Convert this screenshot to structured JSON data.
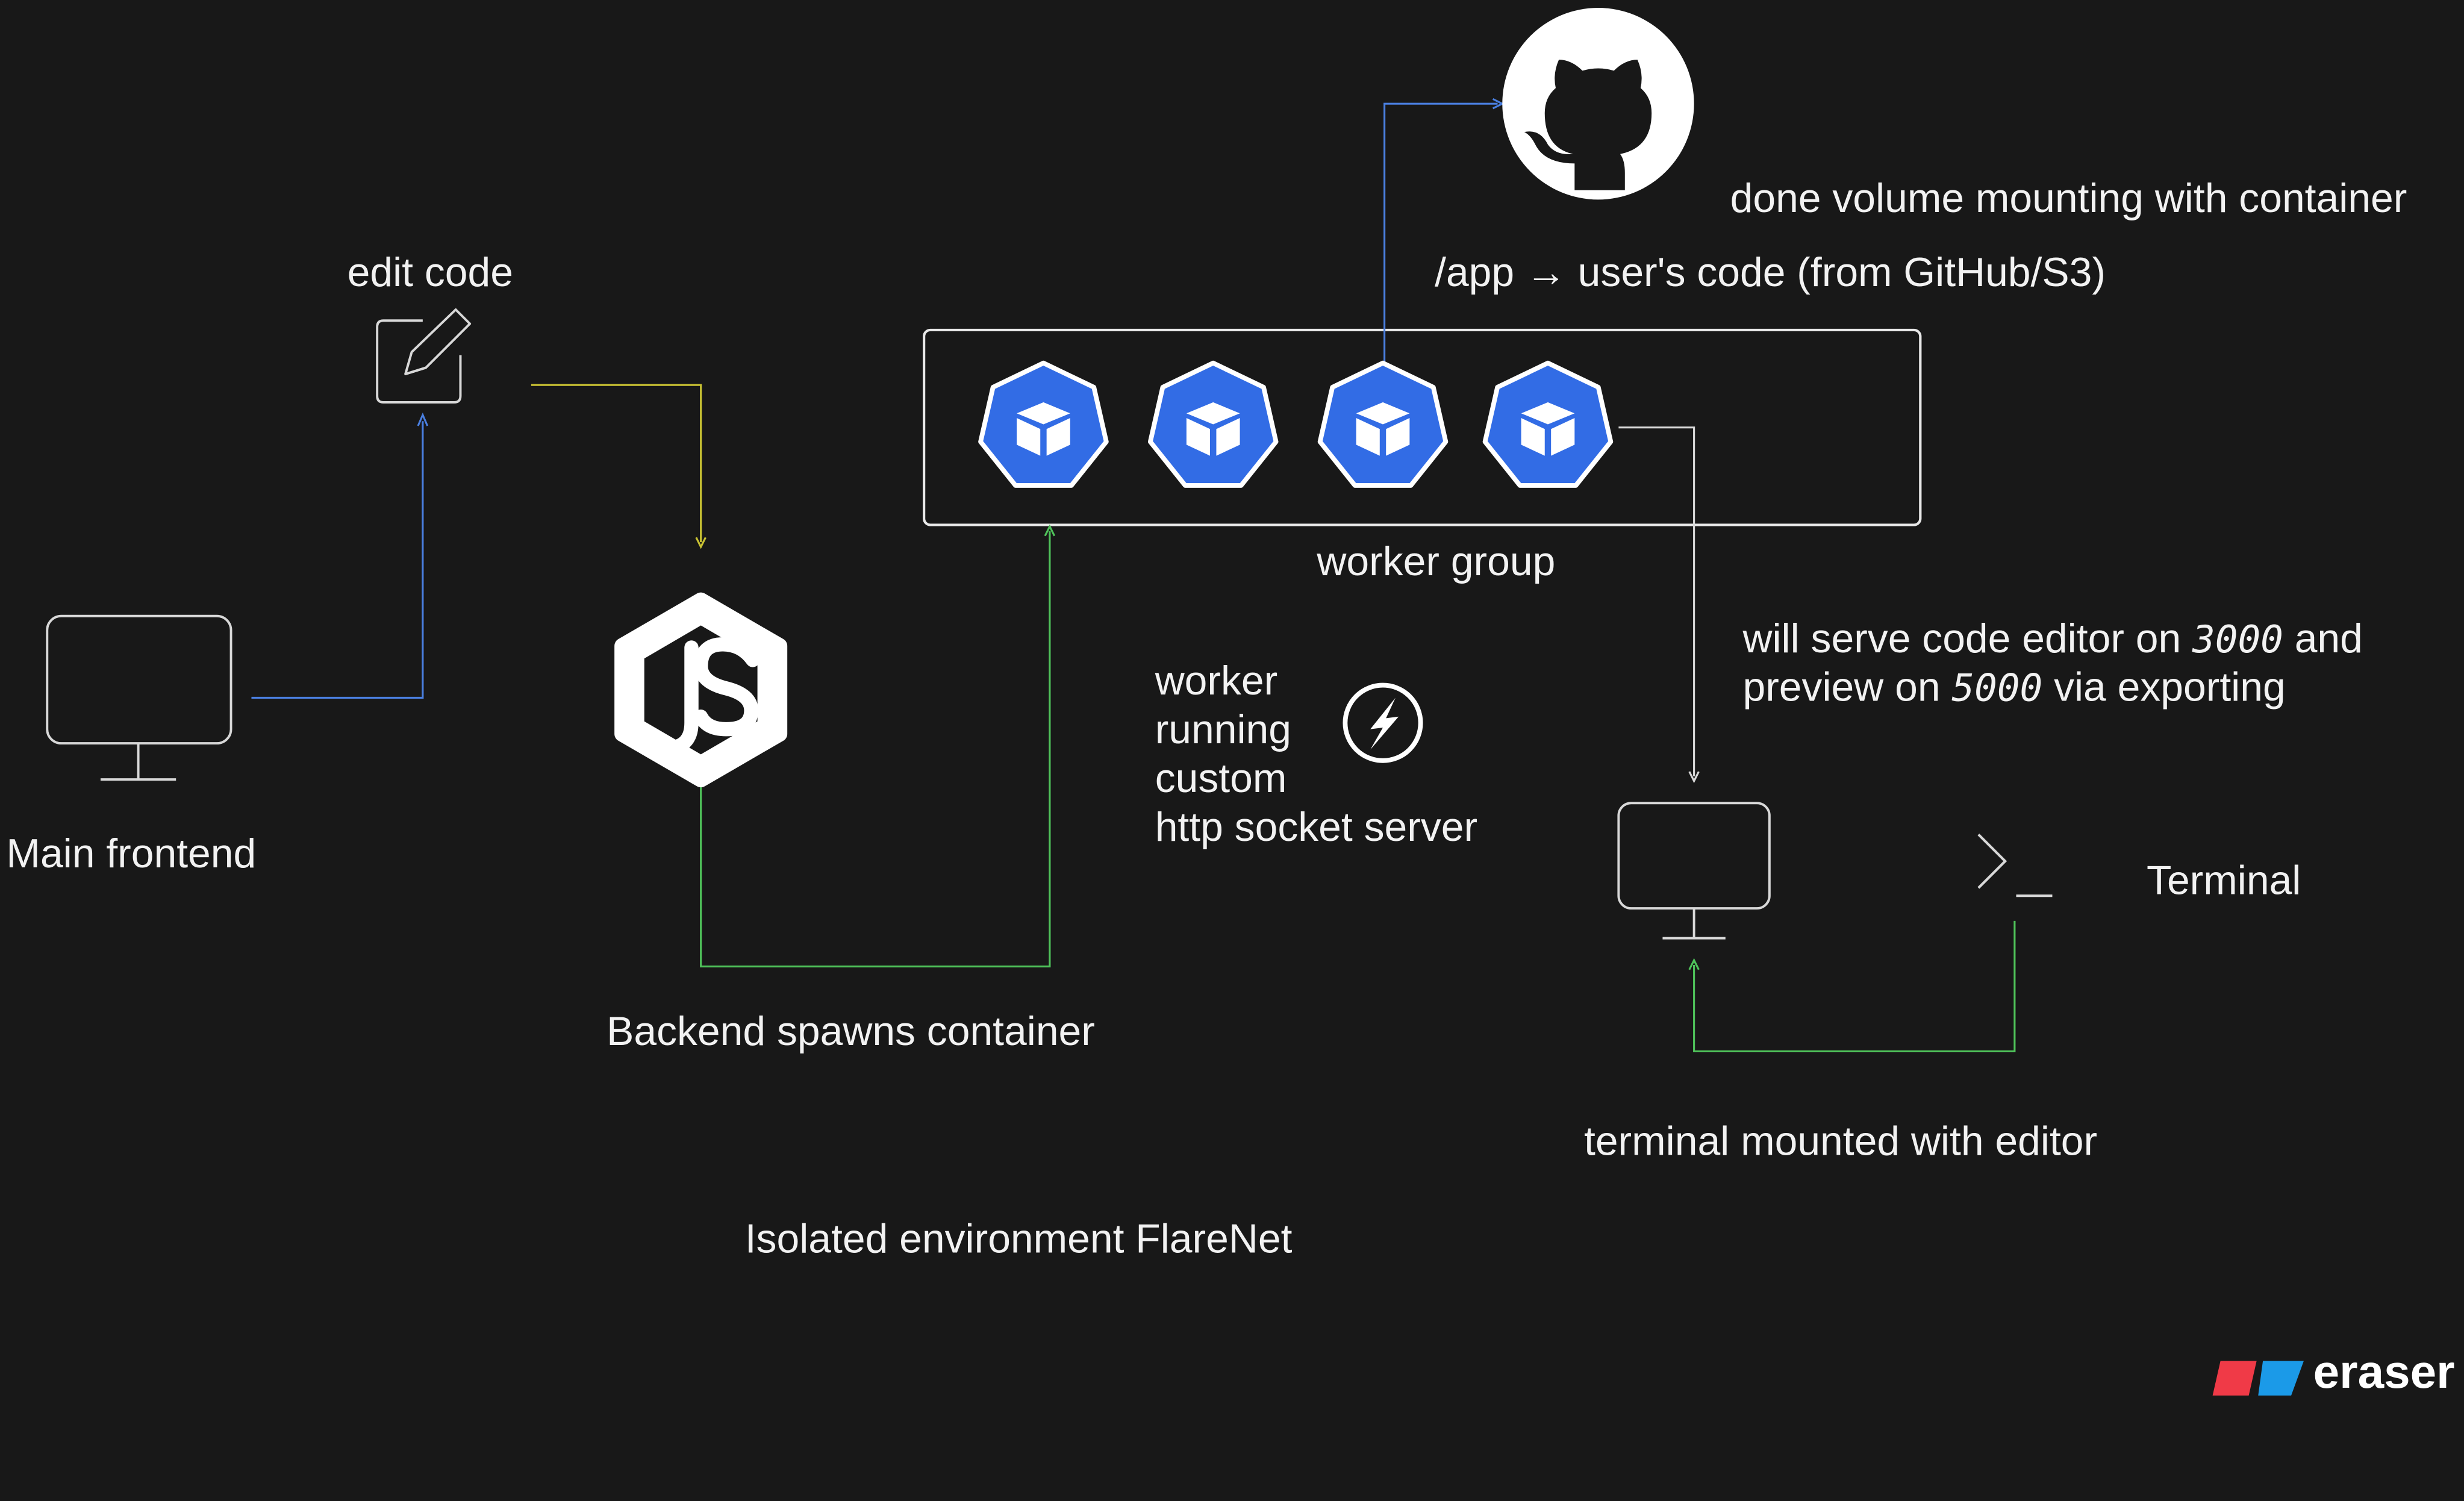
{
  "labels": {
    "edit_code": "edit code",
    "main_frontend": "Main frontend",
    "backend_spawns": "Backend spawns container",
    "isolated_env": "Isolated environment FlareNet",
    "worker_group": "worker group",
    "worker_running_1": "worker",
    "worker_running_2": "running",
    "worker_running_3": "custom",
    "worker_running_4": "http socket server",
    "volume_mount": "done volume mounting with container",
    "app_path": "/app → user's code (from GitHub/S3)",
    "serve_line1_a": "will serve code editor on ",
    "serve_line1_port": "3000",
    "serve_line1_b": " and",
    "serve_line2_a": "preview on ",
    "serve_line2_port": "5000",
    "serve_line2_b": " via exporting",
    "terminal": "Terminal",
    "terminal_mounted": "terminal mounted with editor",
    "brand": "eraser"
  },
  "icons": {
    "edit": "edit-icon",
    "monitor": "monitor-icon",
    "nodejs": "nodejs-icon",
    "github": "github-icon",
    "pod": "kubernetes-pod-icon",
    "socket": "socket-io-icon",
    "terminal": "terminal-icon"
  },
  "colors": {
    "background": "#181818",
    "blue_edge": "#4a7fe0",
    "yellow_edge": "#c9c233",
    "green_edge": "#4fc25a",
    "white_edge": "#d8d8d8",
    "pod_fill": "#326ce5",
    "brand_red": "#f03a47",
    "brand_blue": "#1b9ae8"
  }
}
